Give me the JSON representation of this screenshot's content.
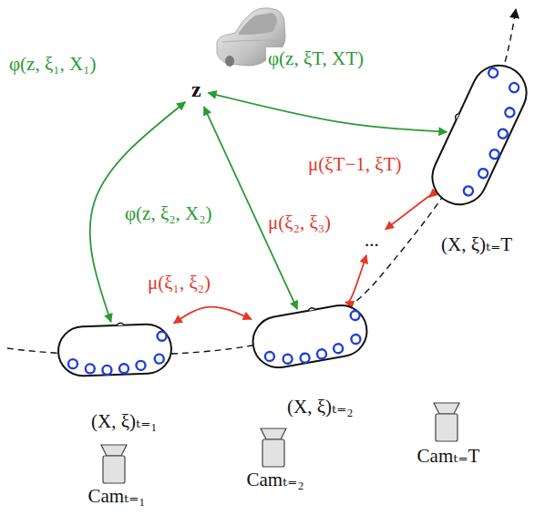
{
  "diagram": {
    "nodes": [
      {
        "text": [
          "z"
        ]
      },
      {
        "text": [
          "(X, ξ)ₜ₌₁"
        ]
      },
      {
        "text": [
          "(X, ξ)ₜ₌₂"
        ]
      },
      {
        "text": [
          "..."
        ]
      },
      {
        "text": [
          "(X, ξ)ₜ₌T"
        ]
      }
    ],
    "edges": [
      {
        "from": 0,
        "to": 1,
        "arrow": "both",
        "label": "φ(z, ξ₁, X₁)"
      },
      {
        "from": 0,
        "to": 2,
        "arrow": "both",
        "label": "φ(z, ξ₂, X₂)"
      },
      {
        "from": 0,
        "to": 4,
        "arrow": "both",
        "label": "φ(z, ξT, XT)"
      },
      {
        "from": 1,
        "to": 2,
        "arrow": "both",
        "label": "μ(ξ₁, ξ₂)"
      },
      {
        "from": 2,
        "to": 3,
        "arrow": "both",
        "label": "μ(ξ₂, ξ₃)"
      },
      {
        "from": 3,
        "to": 4,
        "arrow": "both",
        "label": "μ(ξT−1, ξT)"
      }
    ],
    "labels": [
      "Camₜ₌₁",
      "Camₜ₌₂",
      "Camₜ₌T"
    ]
  }
}
